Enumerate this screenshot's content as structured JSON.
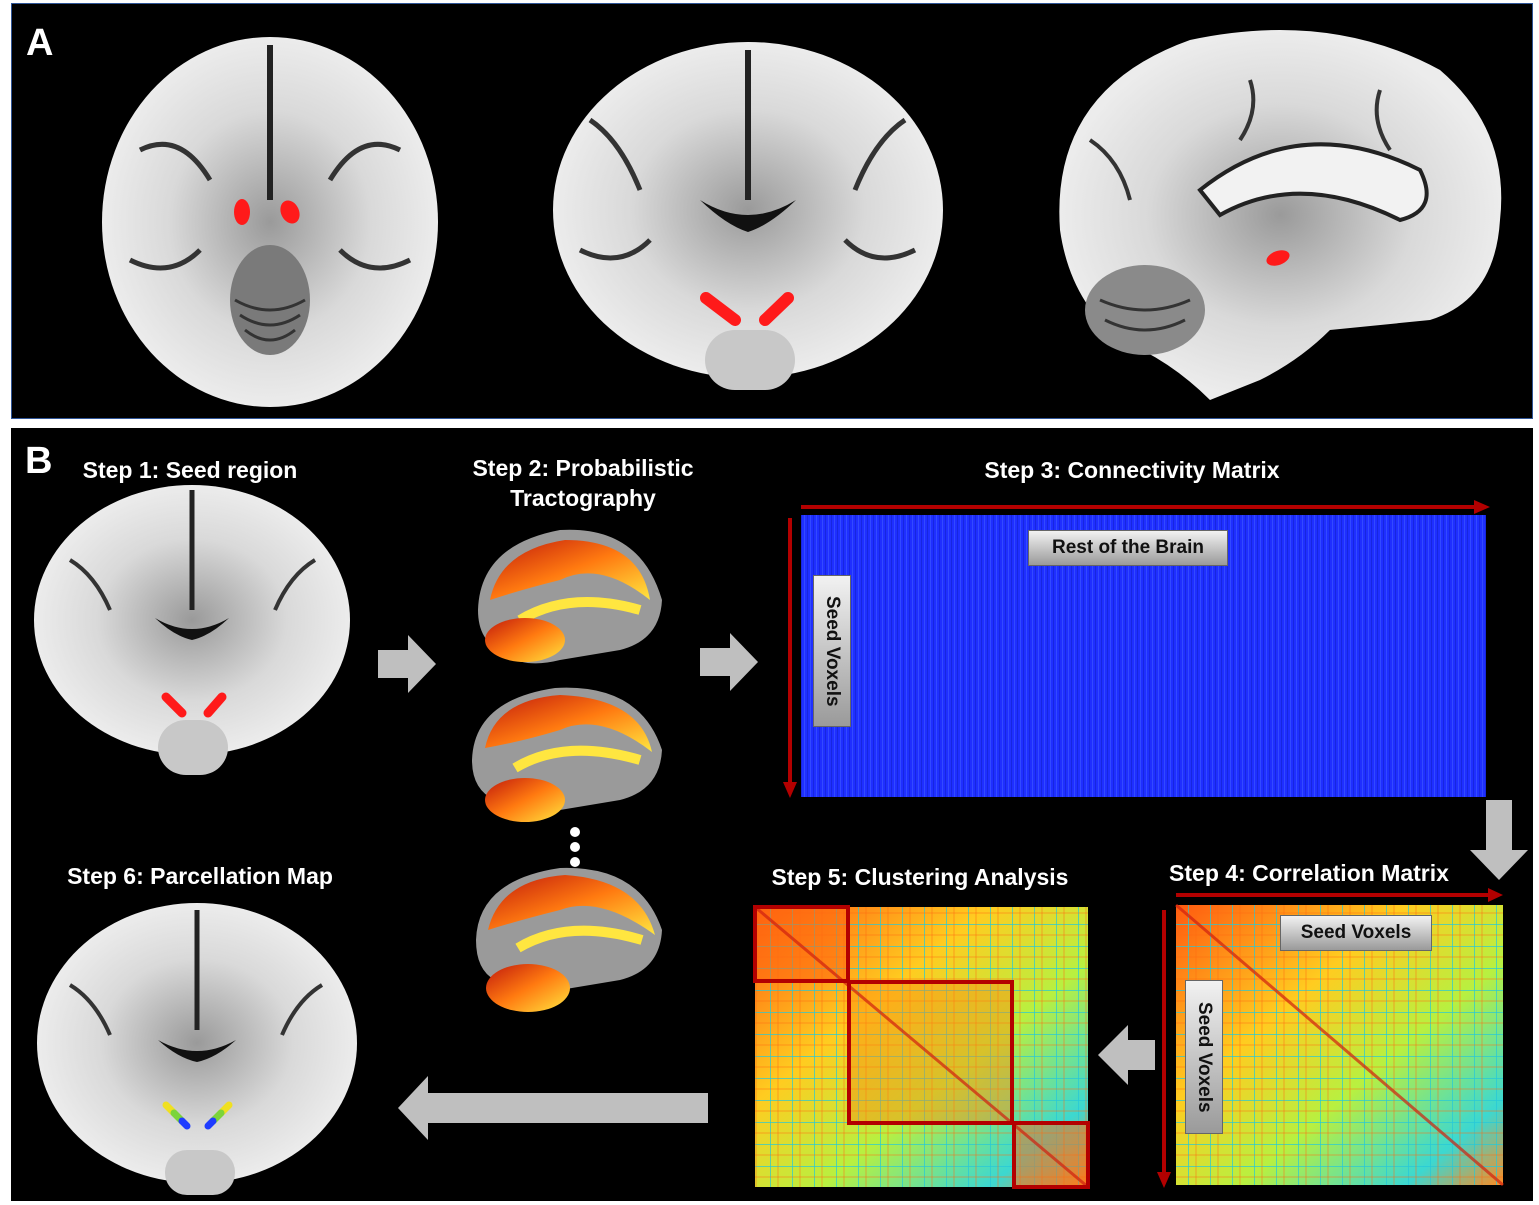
{
  "panels": {
    "a": {
      "letter": "A"
    },
    "b": {
      "letter": "B"
    }
  },
  "steps": [
    {
      "id": "step1",
      "title": "Step 1: Seed region"
    },
    {
      "id": "step2",
      "title": "Step 2: Probabilistic Tractography"
    },
    {
      "id": "step3",
      "title": "Step 3: Connectivity Matrix"
    },
    {
      "id": "step4",
      "title": "Step 4: Correlation Matrix"
    },
    {
      "id": "step5",
      "title": "Step 5: Clustering Analysis"
    },
    {
      "id": "step6",
      "title": "Step 6: Parcellation Map"
    }
  ],
  "step2_title_lines": [
    "Step 2: Probabilistic",
    "Tractography"
  ],
  "labels": {
    "connectivity_x": "Rest of the Brain",
    "connectivity_y": "Seed Voxels",
    "correlation_x": "Seed Voxels",
    "correlation_y": "Seed Voxels"
  },
  "colors": {
    "background": "#000000",
    "seed_region": "#ff1a1a",
    "axis_arrow": "#b30000",
    "flow_arrow": "#bfbfbf",
    "connectivity_matrix": "#1f2fff",
    "cluster_box": "#b30000",
    "parcel_1": "#1f3cff",
    "parcel_2": "#7bd43a",
    "parcel_3": "#f0e020"
  },
  "icons": [
    "axial-brain-icon",
    "coronal-brain-icon",
    "sagittal-brain-icon",
    "tractography-brain-icon"
  ]
}
